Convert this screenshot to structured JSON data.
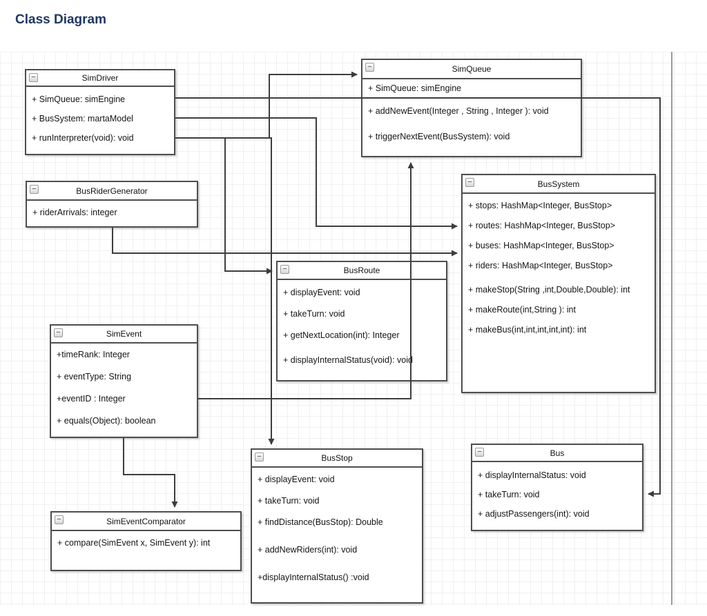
{
  "page": {
    "title": "Class Diagram"
  },
  "colors": {
    "title": "#1f3864",
    "box_border": "#4d4d4d",
    "edge": "#3d3d3d",
    "grid": "#f0f0f0",
    "background": "#ffffff"
  },
  "icons": {
    "collapse": "−"
  },
  "classes": [
    {
      "name": "SimDriver",
      "members": [
        "+ SimQueue: simEngine",
        "+ BusSystem: martaModel",
        "+ runInterpreter(void): void"
      ]
    },
    {
      "name": "SimQueue",
      "attributes": [
        "+ SimQueue: simEngine"
      ],
      "methods": [
        "+ addNewEvent(Integer , String , Integer ): void",
        "+ triggerNextEvent(BusSystem): void"
      ]
    },
    {
      "name": "BusRiderGenerator",
      "members": [
        "+ riderArrivals: integer"
      ]
    },
    {
      "name": "BusSystem",
      "members": [
        "+ stops: HashMap<Integer, BusStop>",
        "+ routes: HashMap<Integer, BusStop>",
        "+ buses: HashMap<Integer, BusStop>",
        "+ riders: HashMap<Integer, BusStop>",
        "+ makeStop(String ,int,Double,Double): int",
        "+ makeRoute(int,String ): int",
        "+ makeBus(int,int,int,int,int): int"
      ]
    },
    {
      "name": "BusRoute",
      "members": [
        "+ displayEvent: void",
        "+ takeTurn: void",
        "+ getNextLocation(int): Integer",
        "+ displayInternalStatus(void): void"
      ]
    },
    {
      "name": "SimEvent",
      "members": [
        "+timeRank: Integer",
        "+ eventType: String",
        "+eventID : Integer",
        "+ equals(Object): boolean"
      ]
    },
    {
      "name": "BusStop",
      "members": [
        "+ displayEvent: void",
        "+ takeTurn: void",
        "+ findDistance(BusStop): Double",
        "+ addNewRiders(int): void",
        "+displayInternalStatus() :void"
      ]
    },
    {
      "name": "Bus",
      "members": [
        "+ displayInternalStatus: void",
        "+ takeTurn: void",
        "+ adjustPassengers(int): void"
      ]
    },
    {
      "name": "SimEventComparator",
      "members": [
        "+ compare(SimEvent x, SimEvent y): int"
      ]
    }
  ],
  "connections": [
    {
      "from": "SimDriver",
      "to": "Bus"
    },
    {
      "from": "SimDriver",
      "to": "BusSystem"
    },
    {
      "from": "SimDriver",
      "to": "SimQueue"
    },
    {
      "from": "SimDriver",
      "to": "BusStop"
    },
    {
      "from": "SimDriver",
      "to": "BusRoute"
    },
    {
      "from": "BusRiderGenerator",
      "to": "BusSystem"
    },
    {
      "from": "SimEvent",
      "to": "SimQueue"
    },
    {
      "from": "SimEvent",
      "to": "SimEventComparator"
    }
  ]
}
